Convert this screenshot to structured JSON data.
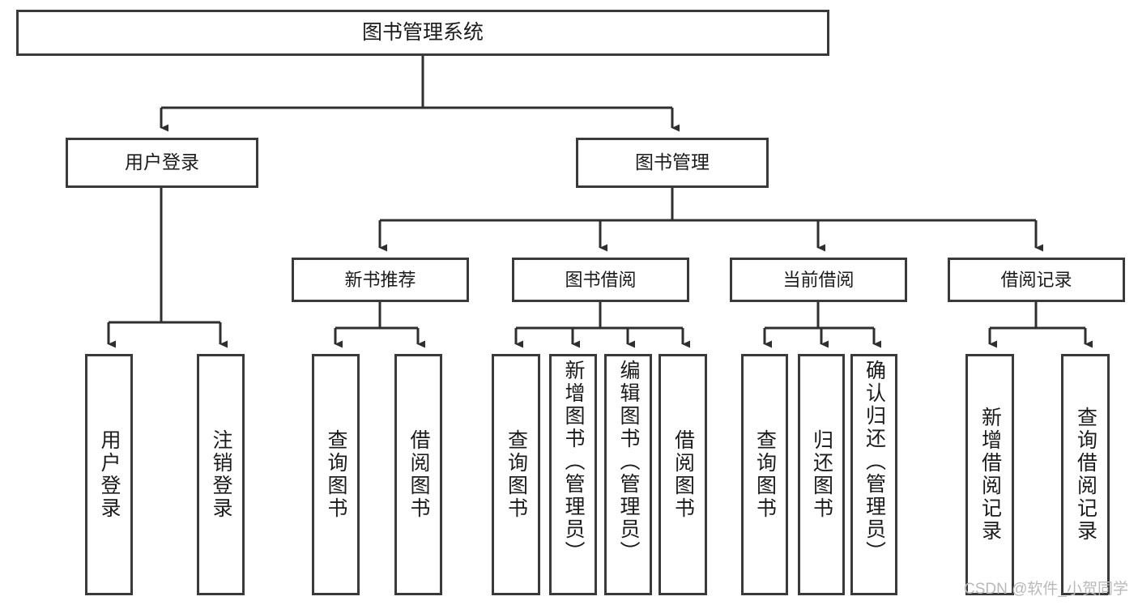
{
  "diagram": {
    "title": "图书管理系统",
    "watermark": "CSDN @软件_小贺同学",
    "colors": {
      "box_border": "#3a3a3a",
      "box_fill": "#ffffff",
      "text": "#1b1b1b",
      "connector": "#2f2f2f",
      "watermark": "#b9b9b9"
    },
    "level2": [
      {
        "label": "用户登录"
      },
      {
        "label": "图书管理"
      }
    ],
    "level3": [
      {
        "label": "新书推荐"
      },
      {
        "label": "图书借阅"
      },
      {
        "label": "当前借阅"
      },
      {
        "label": "借阅记录"
      }
    ],
    "leaves": {
      "user_login": [
        {
          "label": "用户登录"
        },
        {
          "label": "注销登录"
        }
      ],
      "new_book_rec": [
        {
          "label": "查询图书"
        },
        {
          "label": "借阅图书"
        }
      ],
      "book_borrow": [
        {
          "label": "查询图书"
        },
        {
          "label": "新增图书（管理员）"
        },
        {
          "label": "编辑图书（管理员）"
        },
        {
          "label": "借阅图书"
        }
      ],
      "current_borrow": [
        {
          "label": "查询图书"
        },
        {
          "label": "归还图书"
        },
        {
          "label": "确认归还（管理员）"
        }
      ],
      "borrow_record": [
        {
          "label": "新增借阅记录"
        },
        {
          "label": "查询借阅记录"
        }
      ]
    }
  }
}
